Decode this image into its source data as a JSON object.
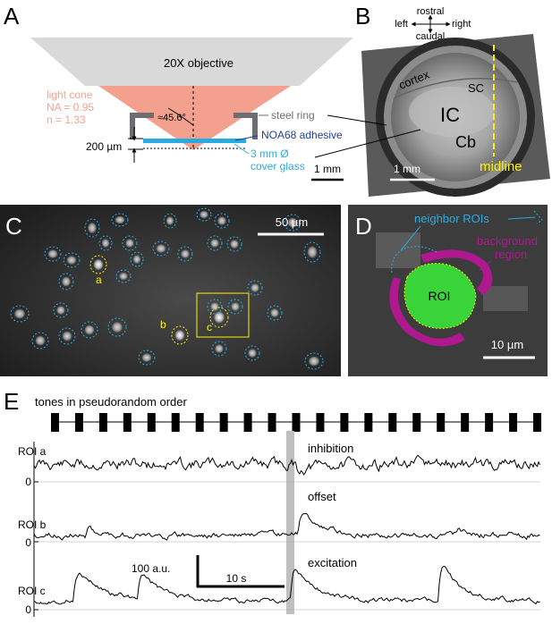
{
  "panels": {
    "a": "A",
    "b": "B",
    "c": "C",
    "d": "D",
    "e": "E"
  },
  "panel_a": {
    "objective": "20X objective",
    "light_cone": "light cone",
    "na": "NA = 0.95",
    "n": "n = 1.33",
    "angle": "≈45.6°",
    "steel_ring": "steel ring",
    "adhesive": "NOA68 adhesive",
    "thickness": "200 µm",
    "cover_glass_1": "3 mm Ø",
    "cover_glass_2": "cover glass",
    "scale": "1 mm",
    "colors": {
      "cone": "#f4a08e",
      "objective": "#d9d9d9",
      "ring": "#6d6e71",
      "glass": "#29abe2",
      "adhesive_text": "#1f3f99"
    }
  },
  "panel_b": {
    "rostral": "rostral",
    "caudal": "caudal",
    "left": "left",
    "right": "right",
    "cortex": "cortex",
    "sc": "SC",
    "ic": "IC",
    "cb": "Cb",
    "midline": "midline",
    "scale": "1 mm",
    "colors": {
      "midline": "#fff200"
    }
  },
  "panel_c": {
    "scale": "50 µm",
    "roi_a": "a",
    "roi_b": "b",
    "roi_c": "c",
    "colors": {
      "neighbor": "#29abe2",
      "selected": "#fff200"
    }
  },
  "panel_d": {
    "neighbor_rois": "neighbor ROIs",
    "background_1": "background",
    "background_2": "region",
    "roi": "ROI",
    "scale": "10 µm",
    "colors": {
      "roi_fill": "#39d33a",
      "background_region": "#b0188f",
      "neighbor_label": "#29abe2"
    }
  },
  "panel_e": {
    "tones_label": "tones in pseudorandom order",
    "tone_count": 21,
    "highlighted_tone_index": 9,
    "traces": [
      {
        "label": "ROI a",
        "response": "inhibition",
        "baseline": "0"
      },
      {
        "label": "ROI b",
        "response": "offset",
        "baseline": "0"
      },
      {
        "label": "ROI c",
        "response": "excitation",
        "baseline": "0"
      }
    ],
    "scale_y": "100 a.u.",
    "scale_x": "10 s"
  }
}
